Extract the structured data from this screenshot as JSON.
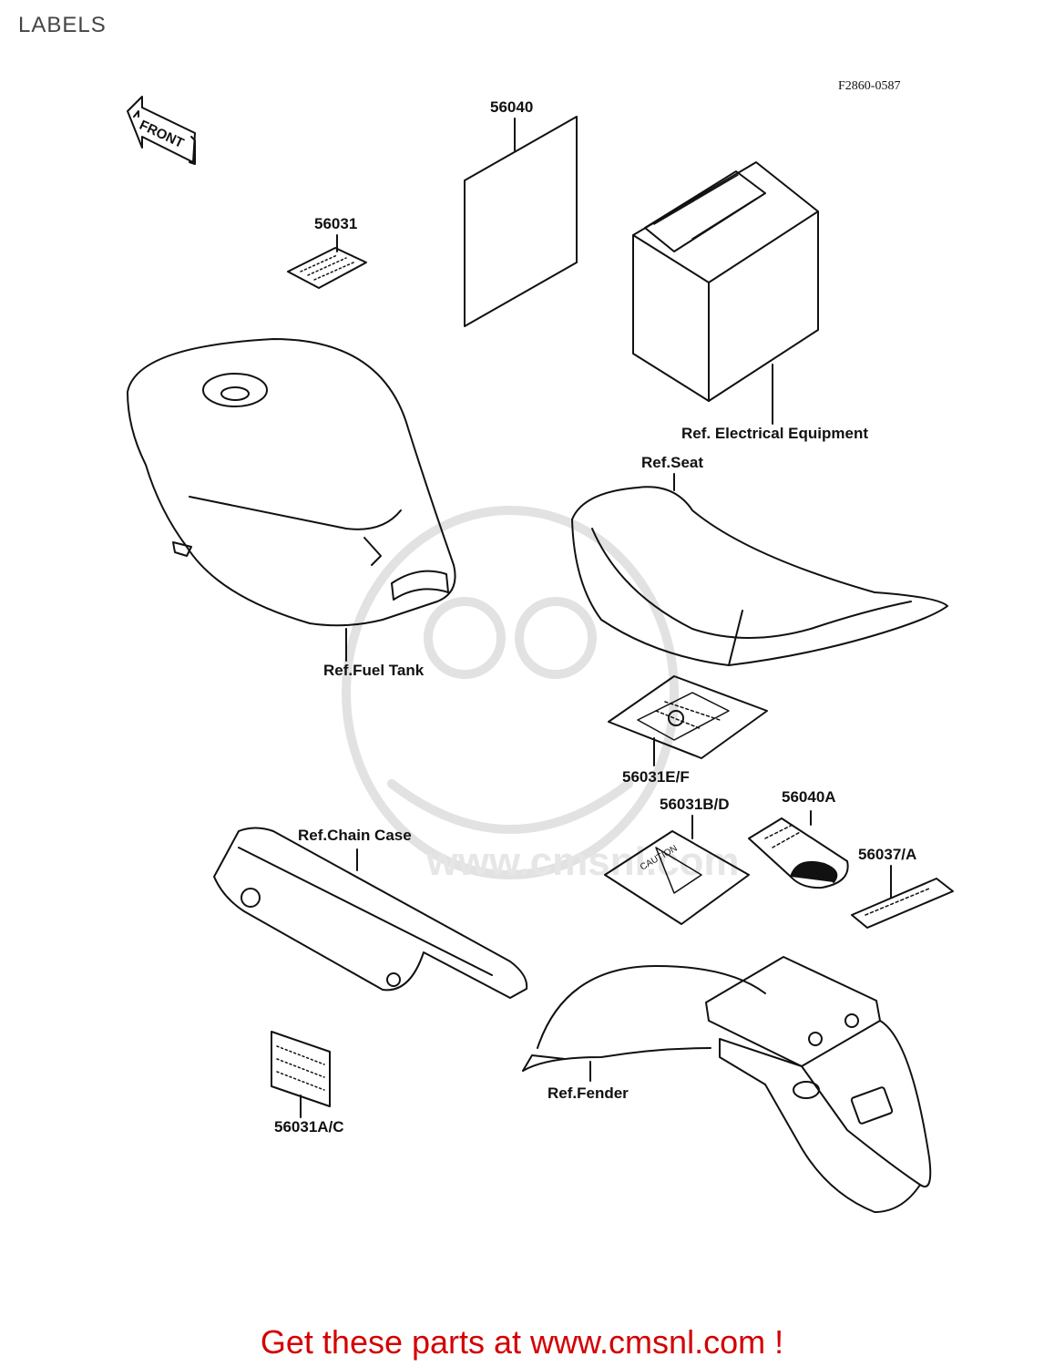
{
  "page_title": "LABELS",
  "figure_code": "F2860-0587",
  "front_arrow_text": "FRONT",
  "caution_text": "CAUTION",
  "labels": {
    "p56040": "56040",
    "p56031": "56031",
    "electrical": "Ref. Electrical Equipment",
    "seat": "Ref.Seat",
    "fuel_tank": "Ref.Fuel Tank",
    "p56031ef": "56031E/F",
    "p56031bd": "56031B/D",
    "p56040a": "56040A",
    "p56037a": "56037/A",
    "chain_case": "Ref.Chain Case",
    "fender": "Ref.Fender",
    "p56031ac": "56031A/C"
  },
  "watermark": "www.cmsnl.com",
  "footer_link": "Get these parts at www.cmsnl.com !"
}
